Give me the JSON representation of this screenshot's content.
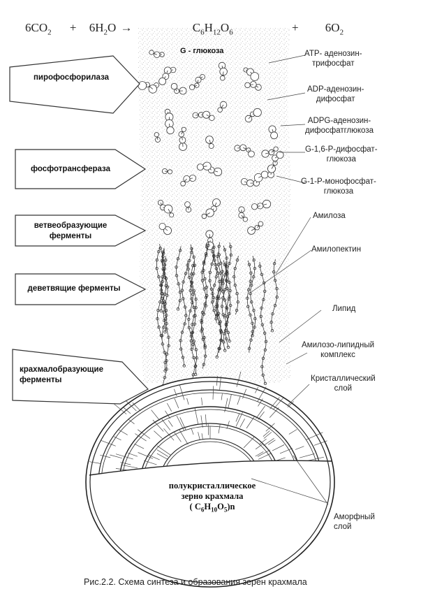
{
  "equation": {
    "r1": "6CO",
    "r1_sub": "2",
    "plus1": "+",
    "r2": "6H",
    "r2_sub": "2",
    "r2_tail": "O",
    "arrow": "→",
    "p1a": "C",
    "p1_sub1": "6",
    "p1b": "H",
    "p1_sub2": "12",
    "p1c": "O",
    "p1_sub3": "6",
    "plus2": "+",
    "p2": "6O",
    "p2_sub": "2"
  },
  "glucose_label": "G - глюкоза",
  "enzymes": [
    {
      "id": "e1",
      "text": "пирофосфорилаза"
    },
    {
      "id": "e2",
      "text": "фосфотрансфераза"
    },
    {
      "id": "e3",
      "text": "ветвеобразующие\nферменты"
    },
    {
      "id": "e4",
      "text": "деветвящие ферменты"
    },
    {
      "id": "e5",
      "text": "крахмалобразующие\nферменты"
    }
  ],
  "labels": [
    {
      "id": "atp",
      "text": "ATP- аденозин-\nтрифосфат"
    },
    {
      "id": "adp",
      "text": "ADP-аденозин-\nдифосфат"
    },
    {
      "id": "adpg",
      "text": "ADPG-аденозин-\nдифосфатглюкоза"
    },
    {
      "id": "g16p",
      "text": "G-1,6-Р-дифосфат-\nглюкоза"
    },
    {
      "id": "g1p",
      "text": "G-1-Р-монофосфат-\nглюкоза"
    },
    {
      "id": "amylose",
      "text": "Амилоза"
    },
    {
      "id": "amylopectin",
      "text": "Амилопектин"
    },
    {
      "id": "lipid",
      "text": "Липид"
    },
    {
      "id": "complex",
      "text": "Амилозо-липидный\nкомплекс"
    },
    {
      "id": "crystal",
      "text": "Кристаллический\nслой"
    },
    {
      "id": "amorph",
      "text": "Аморфный\nслой"
    }
  ],
  "grain": {
    "line1": "полукристаллическое",
    "line2": "зерно крахмала",
    "f_open": "( C",
    "f_s1": "6",
    "f_h": "H",
    "f_s2": "10",
    "f_o": "O",
    "f_s3": "5",
    "f_close": ")n"
  },
  "caption": "Рис.2.2.  Схема синтеза  и образования зерен крахмала"
}
